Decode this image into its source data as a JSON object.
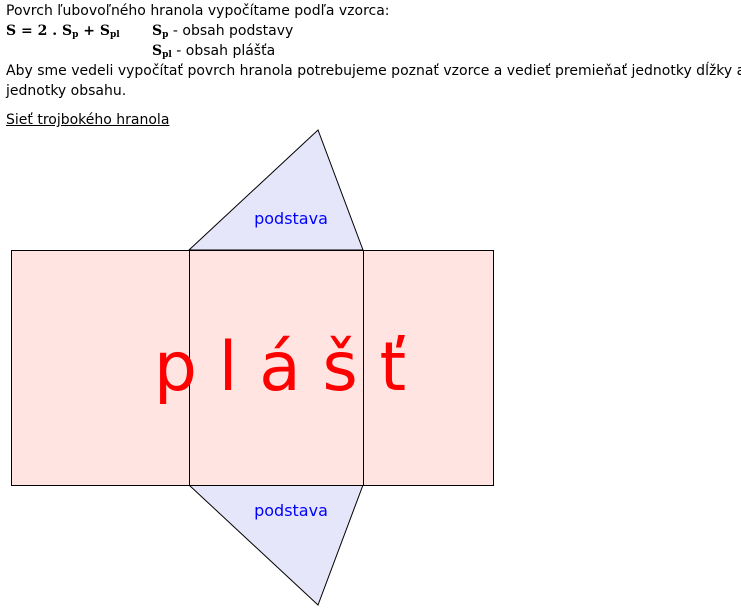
{
  "intro": "Povrch ľubovoľného hranola vypočítame podľa vzorca:",
  "formula": {
    "lhs": "S = 2 . S",
    "p": "p",
    "plus": " + S",
    "pl": "pl"
  },
  "legend": [
    {
      "sym": "S",
      "sub": "p",
      "text": " - obsah podstavy"
    },
    {
      "sym": "S",
      "sub": "pl",
      "text": " - obsah plášťa"
    }
  ],
  "paragraph_line1": "Aby sme vedeli vypočítať povrch hranola potrebujeme poznať vzorce a vedieť premieňať jednotky dĺžky a",
  "paragraph_line2": "jednotky obsahu.",
  "link": "Sieť trojbokého hranola",
  "diagram": {
    "base_top": "podstava",
    "base_bottom": "podstava",
    "lateral": "p l á š ť",
    "colors": {
      "lateral": "#ffe4e1",
      "base": "#e6e6fa",
      "lateral_text": "#ff0000",
      "base_text": "#0000ff"
    }
  }
}
